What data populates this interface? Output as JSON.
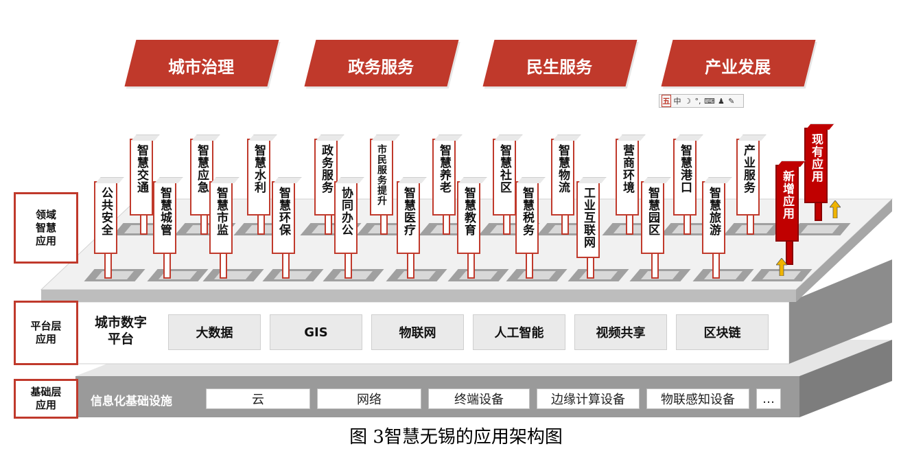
{
  "categories": [
    "城市治理",
    "政务服务",
    "民生服务",
    "产业发展"
  ],
  "toolbar_glyphs": [
    "五",
    "中",
    "☽",
    "°,",
    "⌨",
    "♟",
    "✎"
  ],
  "layers": {
    "domain": "领域\n智慧\n应用",
    "platform": "平台层\n应用",
    "infra": "基础层\n应用"
  },
  "platform": {
    "title": "城市数字\n平台",
    "items": [
      "大数据",
      "GIS",
      "物联网",
      "人工智能",
      "视频共享",
      "区块链"
    ]
  },
  "infra": {
    "title": "信息化基础设施",
    "items": [
      "云",
      "网络",
      "终端设备",
      "边缘计算设备",
      "物联感知设备",
      "…"
    ]
  },
  "apps_back": [
    "智慧交通",
    "智慧应急",
    "智慧水利",
    "政务服务",
    "市民服务提升",
    "智慧养老",
    "智慧社区",
    "智慧物流",
    "营商环境",
    "智慧港口",
    "产业服务"
  ],
  "apps_front": [
    "公共安全",
    "智慧城管",
    "智慧市监",
    "智慧环保",
    "协同办公",
    "智慧医疗",
    "智慧教育",
    "智慧税务",
    "工业互联网",
    "智慧园区",
    "智慧旅游"
  ],
  "apps_red": [
    "新增应用",
    "现有应用"
  ],
  "caption": "图 3智慧无锡的应用架构图",
  "colors": {
    "accent": "#c0392b",
    "dark_red": "#c00000",
    "arrow": "#f0b400"
  }
}
